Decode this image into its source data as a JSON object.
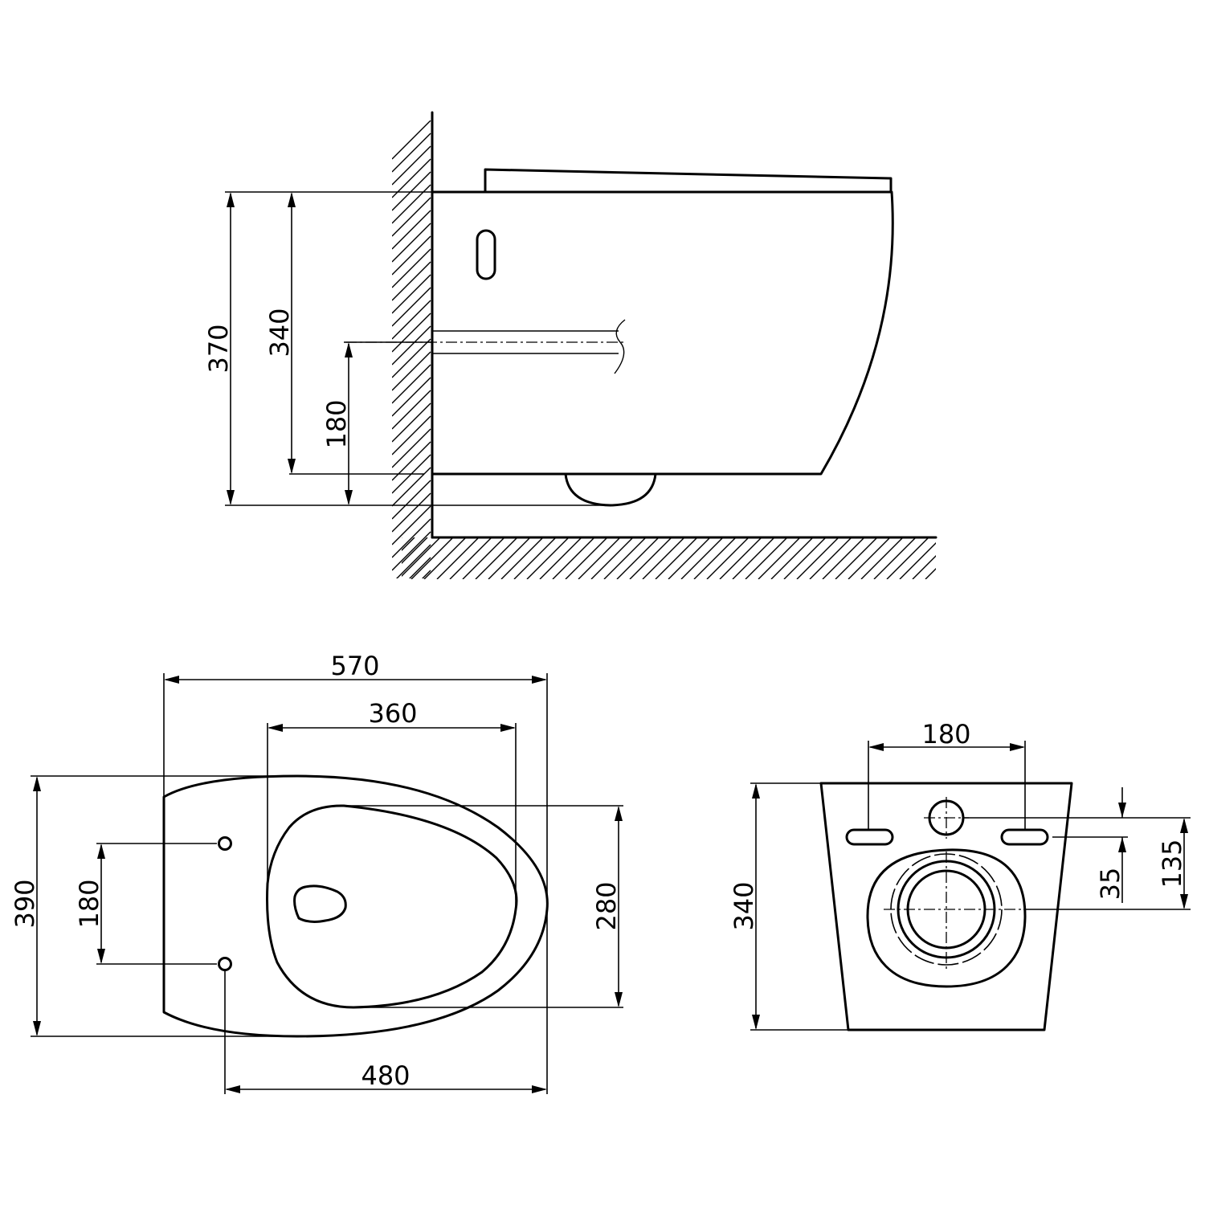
{
  "side_view": {
    "dim_total_height": "370",
    "dim_bowl_height": "340",
    "dim_outlet_height": "180"
  },
  "top_view": {
    "dim_overall_length": "570",
    "dim_bowl_opening_length": "360",
    "dim_overall_width": "390",
    "dim_seat_holes_spacing": "180",
    "dim_bowl_opening_width": "280",
    "dim_hole_to_front": "480"
  },
  "rear_view": {
    "dim_fixing_spacing": "180",
    "dim_height": "340",
    "dim_inlet_offset": "35",
    "dim_inlet_to_outlet": "135"
  }
}
